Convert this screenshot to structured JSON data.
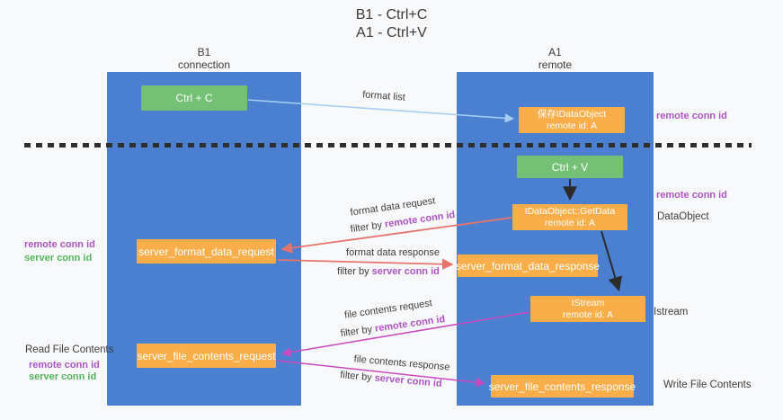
{
  "title": {
    "line1": "B1 - Ctrl+C",
    "line2": "A1 - Ctrl+V"
  },
  "lanes": {
    "b1": {
      "name": "B1",
      "subtitle": "connection"
    },
    "a1": {
      "name": "A1",
      "subtitle": "remote"
    }
  },
  "nodes": {
    "ctrl_c": {
      "label": "Ctrl + C"
    },
    "save_idataobject": {
      "line1": "保存IDataObject",
      "line2": "remote id: A"
    },
    "ctrl_v": {
      "label": "Ctrl + V"
    },
    "idataobject_getdata": {
      "line1": "IDataObject::GetData",
      "line2": "remote id: A"
    },
    "server_format_data_request": {
      "label": "server_format_data_request"
    },
    "server_format_data_response": {
      "label": "server_format_data_response"
    },
    "istream": {
      "line1": "IStream",
      "line2": "remote id: A"
    },
    "server_file_contents_request": {
      "label": "server_file_contents_request"
    },
    "server_file_contents_response": {
      "label": "server_file_contents_response"
    }
  },
  "edge_labels": {
    "format_list": "format list",
    "format_data_request": "format data request",
    "format_data_request_filter_prefix": "filter by ",
    "format_data_request_filter_key": "remote conn id",
    "format_data_response": "format data response",
    "format_data_response_filter_prefix": "filter by ",
    "format_data_response_filter_key": "server conn id",
    "file_contents_request": "file contents request",
    "file_contents_request_filter_prefix": "filter by ",
    "file_contents_request_filter_key": "remote conn id",
    "file_contents_response": "file contents response",
    "file_contents_response_filter_prefix": "filter by ",
    "file_contents_response_filter_key": "server conn id"
  },
  "side_labels": {
    "left_remote_conn_id": "remote conn id",
    "left_server_conn_id": "server conn id",
    "read_file_contents": "Read File Contents",
    "left_remote_conn_id_2": "remote conn id",
    "left_server_conn_id_2": "server conn id",
    "right_remote_conn_id_top": "remote conn id",
    "right_remote_conn_id_mid": "remote conn id",
    "dataobject": "DataObject",
    "istream": "Istream",
    "write_file_contents": "Write File Contents"
  },
  "colors": {
    "lane_blue": "#4b80d1",
    "node_orange": "#f9ae49",
    "node_green": "#74c176",
    "id_purple": "#ae53c3",
    "id_green": "#53b559",
    "arrow_salmon": "#e5756c",
    "arrow_magenta": "#cb49be",
    "arrow_lightblue": "#a6cdf2",
    "arrow_black": "#2b2b2b"
  }
}
